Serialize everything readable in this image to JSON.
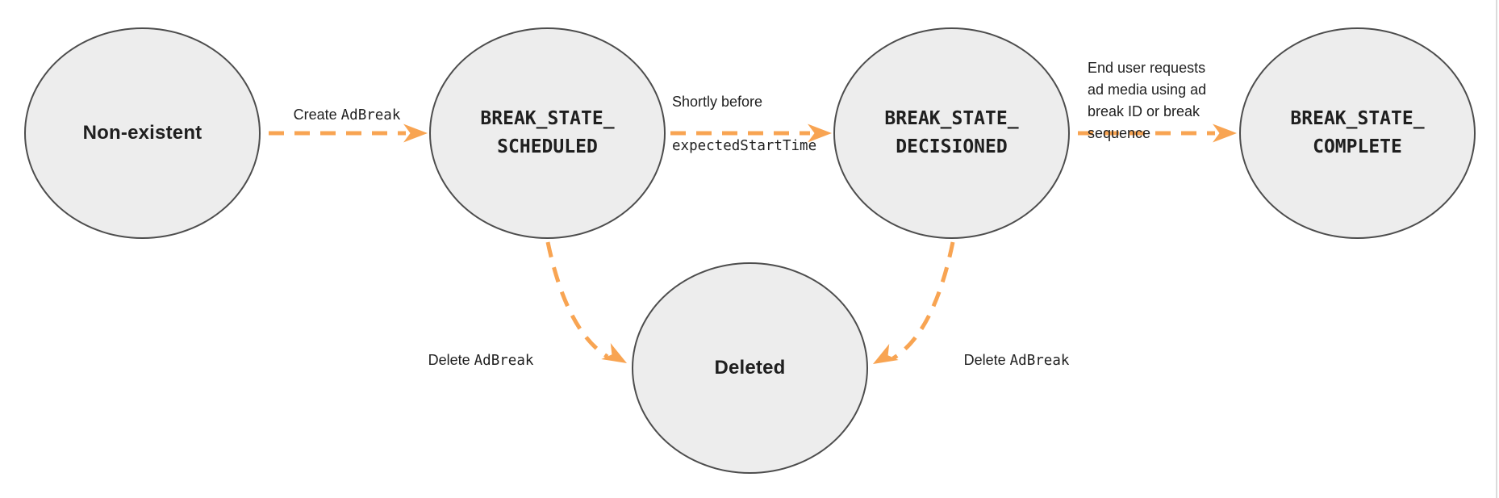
{
  "diagram": {
    "states": [
      {
        "name": "Non-existent",
        "type": "plain"
      },
      {
        "name": "BREAK_STATE_\nSCHEDULED",
        "type": "code"
      },
      {
        "name": "BREAK_STATE_\nDECISIONED",
        "type": "code"
      },
      {
        "name": "BREAK_STATE_\nCOMPLETE",
        "type": "code"
      },
      {
        "name": "Deleted",
        "type": "plain"
      }
    ],
    "transitions": [
      {
        "from": "Non-existent",
        "to": "BREAK_STATE_SCHEDULED",
        "label_text": "Create ",
        "label_code": "AdBreak"
      },
      {
        "from": "BREAK_STATE_SCHEDULED",
        "to": "BREAK_STATE_DECISIONED",
        "label_text": "Shortly before",
        "label_code": "expectedStartTime"
      },
      {
        "from": "BREAK_STATE_DECISIONED",
        "to": "BREAK_STATE_COMPLETE",
        "label_text": "End user requests\nad media using ad\nbreak ID or break\nsequence",
        "label_code": ""
      },
      {
        "from": "BREAK_STATE_SCHEDULED",
        "to": "Deleted",
        "label_text": "Delete ",
        "label_code": "AdBreak"
      },
      {
        "from": "BREAK_STATE_DECISIONED",
        "to": "Deleted",
        "label_text": "Delete ",
        "label_code": "AdBreak"
      }
    ],
    "colors": {
      "arrow": "#F8A452",
      "state_fill": "#EDEDED",
      "state_border": "#4D4D4D",
      "text": "#1F1F1F",
      "page_edge": "#DBDBDB"
    }
  }
}
